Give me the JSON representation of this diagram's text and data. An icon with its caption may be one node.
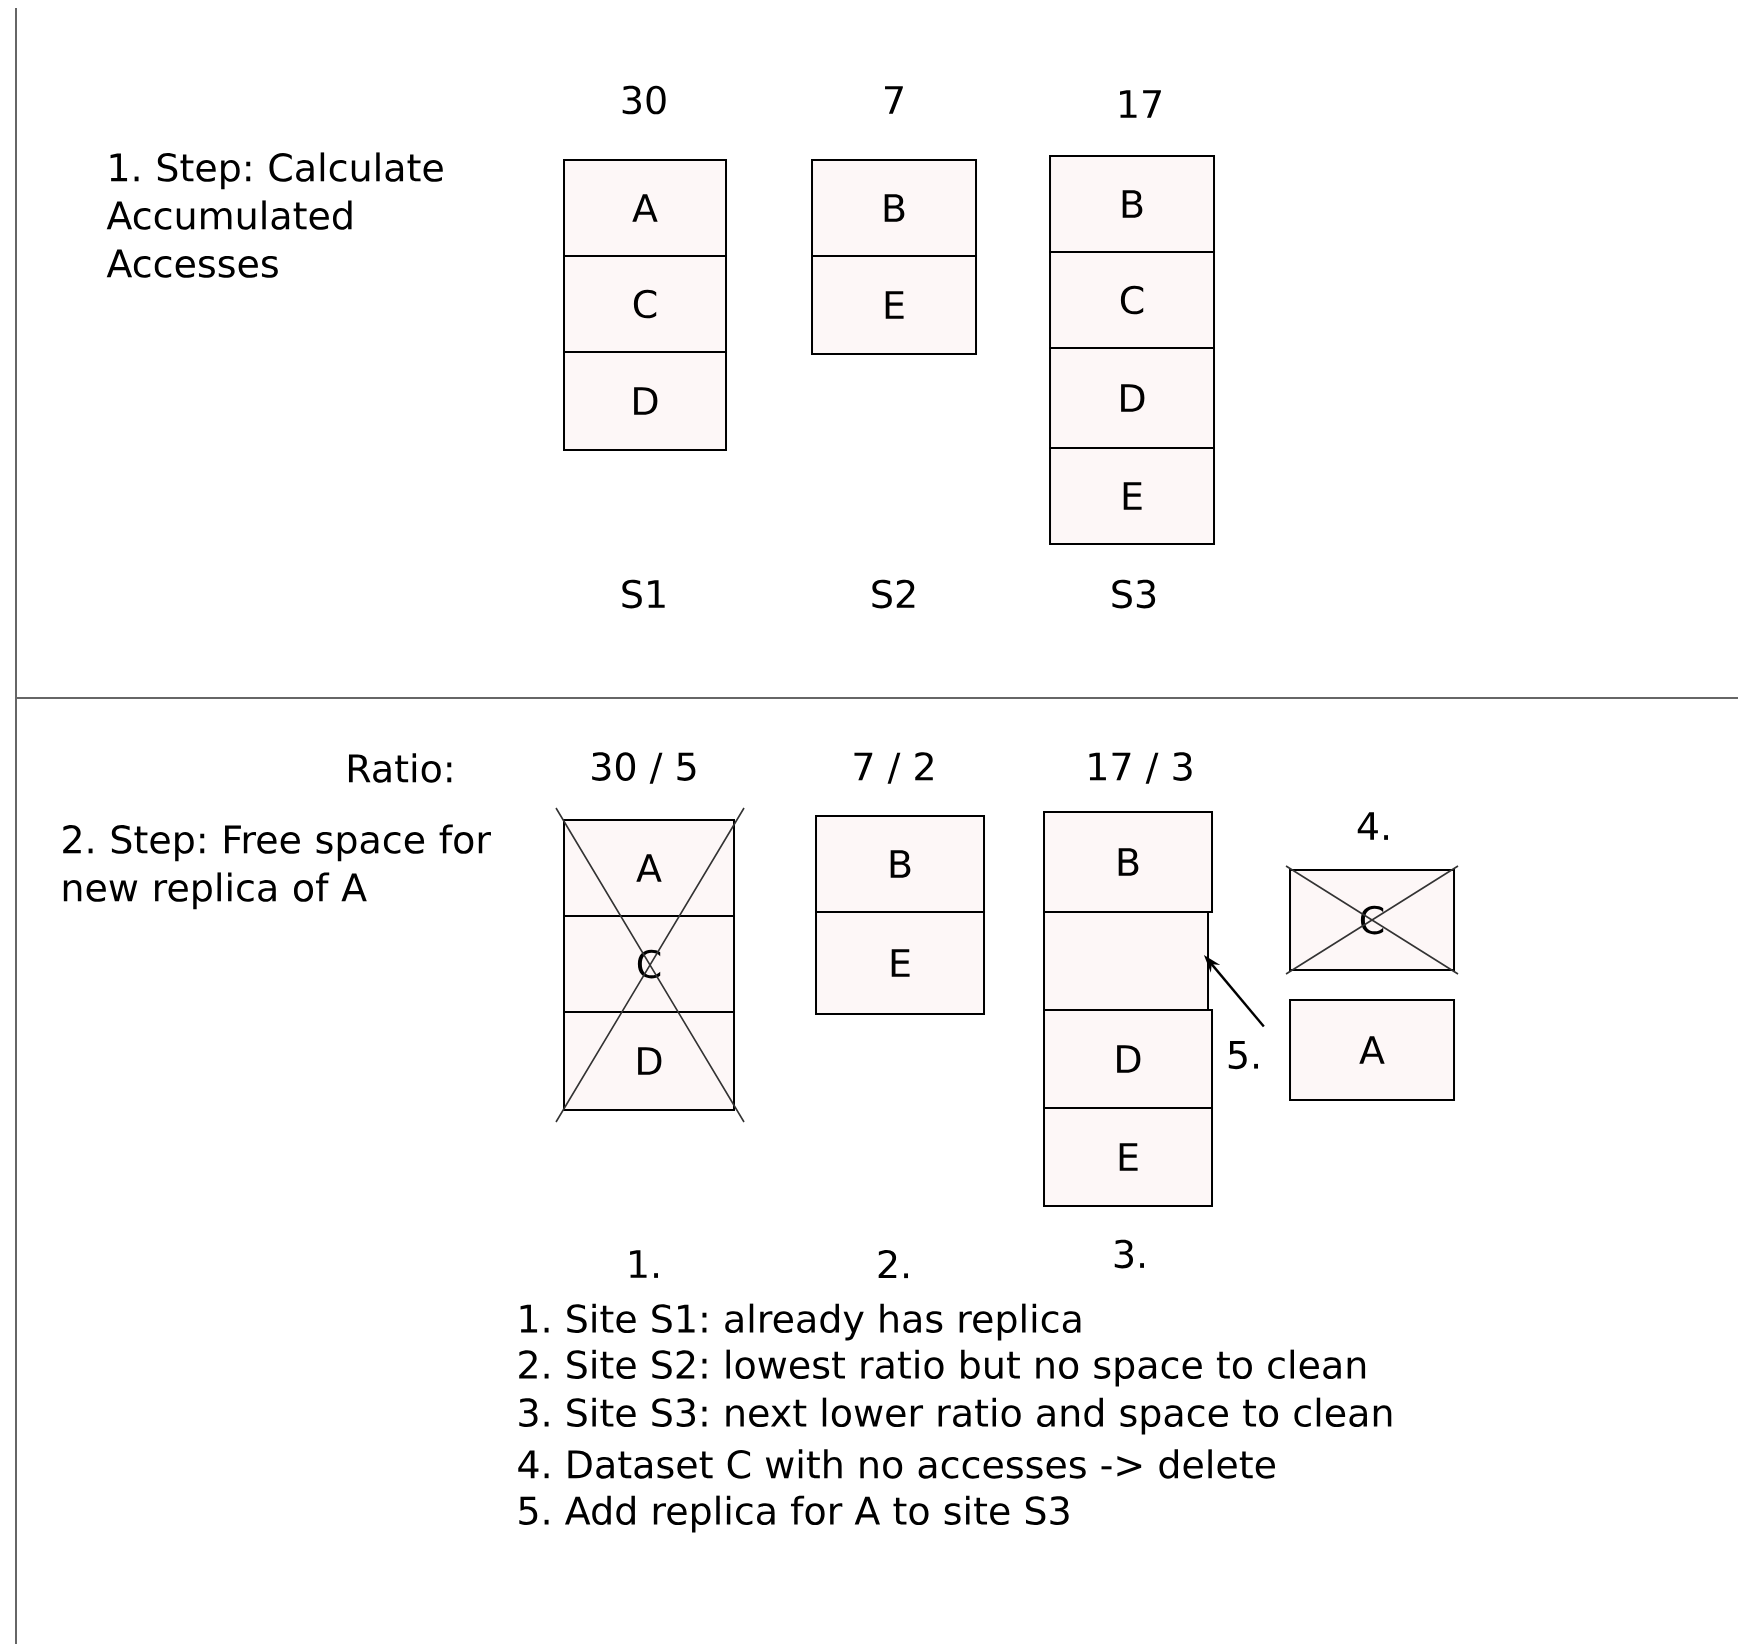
{
  "diagram": {
    "nodes": [
      {
        "text": [
          "A"
        ]
      },
      {
        "text": [
          "C"
        ]
      },
      {
        "text": [
          "D"
        ]
      },
      {
        "text": [
          "B"
        ]
      },
      {
        "text": [
          "E"
        ]
      },
      {
        "text": [
          "B"
        ]
      },
      {
        "text": [
          "C"
        ]
      },
      {
        "text": [
          "D"
        ]
      },
      {
        "text": [
          "E"
        ]
      },
      {
        "text": [
          "A"
        ]
      },
      {
        "text": [
          "C"
        ]
      },
      {
        "text": [
          "D"
        ]
      },
      {
        "text": [
          "B"
        ]
      },
      {
        "text": [
          "E"
        ]
      },
      {
        "text": [
          "B"
        ]
      },
      {
        "text": [],
        "shape": "box"
      },
      {
        "text": [
          "D"
        ]
      },
      {
        "text": [
          "E"
        ]
      },
      {
        "text": [
          "C"
        ]
      },
      {
        "text": [
          "A"
        ]
      },
      {
        "text": [
          "5."
        ]
      }
    ],
    "edges": [
      {
        "from": 20,
        "to": 15,
        "arrow": "to"
      }
    ],
    "labels": [
      "30",
      "7",
      "17",
      "1. Step: Calculate Accumulated Accesses",
      "S1",
      "S2",
      "S3",
      "Ratio:",
      "30 / 5",
      "7 / 2",
      "17 / 3",
      "4.",
      "2. Step: Free space for new replica of A",
      "1.",
      "2.",
      "3.",
      "1.  Site S1: already has replica",
      "2.  Site S2: lowest ratio but no space to clean",
      "3.  Site S3: next lower ratio and space to clean",
      "4.  Dataset C with no accesses -> delete",
      "5.  Add replica for A to site S3"
    ]
  }
}
